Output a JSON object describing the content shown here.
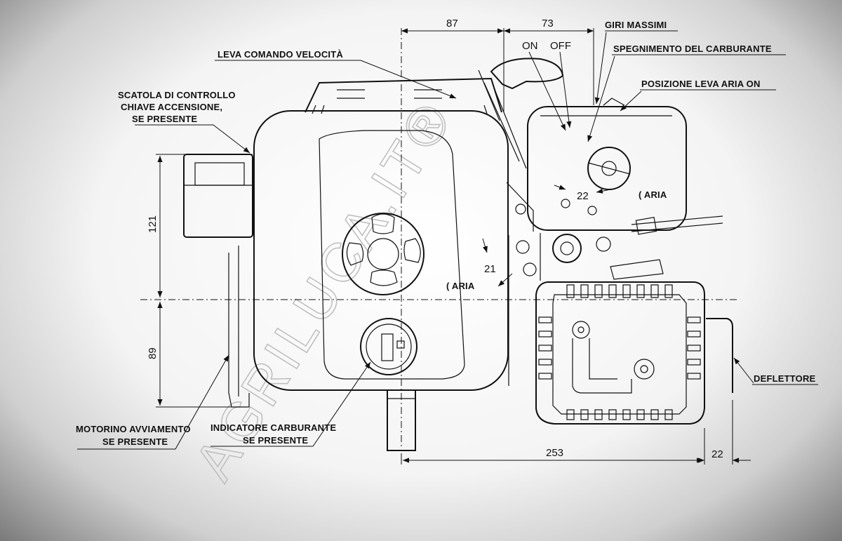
{
  "labels": {
    "leva_comando": "LEVA COMANDO VELOCITÀ",
    "scatola_l1": "SCATOLA DI CONTROLLO",
    "scatola_l2": "CHIAVE ACCENSIONE,",
    "scatola_l3": "SE PRESENTE",
    "giri_massimi": "GIRI MASSIMI",
    "spegnimento": "SPEGNIMENTO DEL CARBURANTE",
    "posizione_aria": "POSIZIONE LEVA ARIA ON",
    "aria_right": "( ARIA",
    "aria_left": "( ARIA",
    "deflettore": "DEFLETTORE",
    "motorino_l1": "MOTORINO AVVIAMENTO",
    "motorino_l2": "SE PRESENTE",
    "indicatore_l1": "INDICATORE CARBURANTE",
    "indicatore_l2": "SE PRESENTE",
    "on": "ON",
    "off": "OFF"
  },
  "dimensions": {
    "d87": "87",
    "d73": "73",
    "d121": "121",
    "d89": "89",
    "d253": "253",
    "d22_bottom": "22",
    "d22_lever": "22",
    "d21": "21"
  },
  "watermark": "AGRILUCA.IT®",
  "colors": {
    "line": "#111111",
    "background": "#ffffff",
    "frame": "#6b6b6b"
  }
}
